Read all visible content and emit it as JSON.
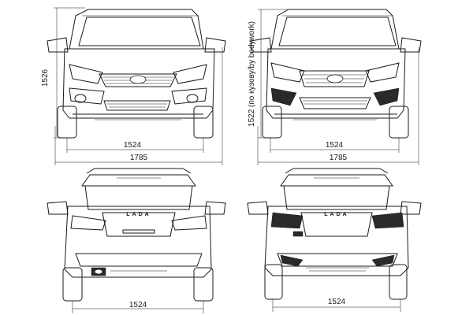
{
  "views": {
    "front_left": {
      "height": "1526",
      "track": "1524",
      "width": "1785"
    },
    "front_right": {
      "height": "1522 (по кузову/by bodywork)",
      "track": "1524",
      "width": "1785"
    },
    "rear_left": {
      "track": "1524",
      "brand": "LADA"
    },
    "rear_right": {
      "track": "1524",
      "brand": "LADA"
    }
  }
}
